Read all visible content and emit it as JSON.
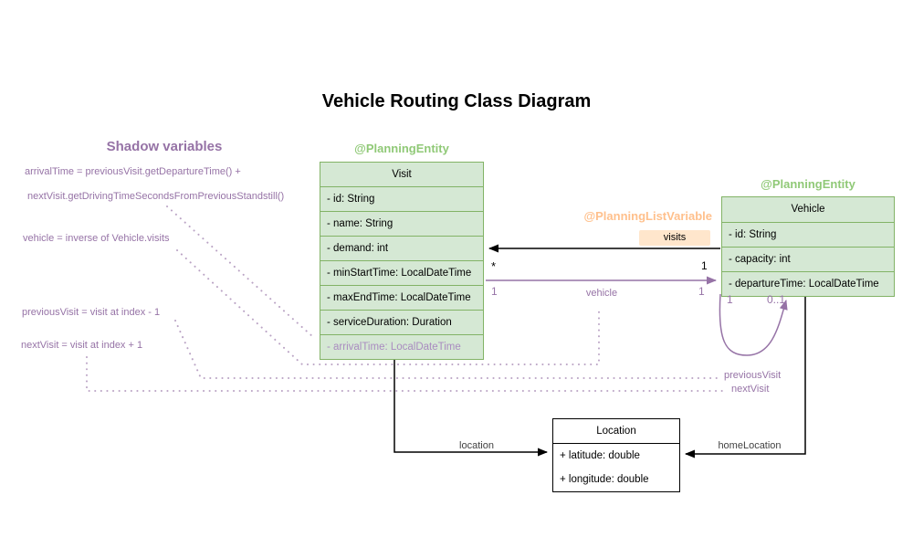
{
  "title": "Vehicle Routing Class Diagram",
  "shadow_notes": {
    "heading": "Shadow variables",
    "arrival_formula_line1": "arrivalTime = previousVisit.getDepartureTime() +",
    "arrival_formula_line2": "nextVisit.getDrivingTimeSecondsFromPreviousStandstill()",
    "vehicle_formula": "vehicle = inverse of Vehicle.visits",
    "previous_visit_formula": "previousVisit = visit at index - 1",
    "next_visit_formula": "nextVisit = visit at index + 1"
  },
  "classes": {
    "visit": {
      "stereotype": "@PlanningEntity",
      "name": "Visit",
      "fields": [
        "- id: String",
        "- name: String",
        "- demand: int",
        "- minStartTime: LocalDateTime",
        "- maxEndTime: LocalDateTime",
        "- serviceDuration: Duration"
      ],
      "shadow_field": "- arrivalTime: LocalDateTime"
    },
    "vehicle": {
      "stereotype": "@PlanningEntity",
      "name": "Vehicle",
      "fields": [
        "- id: String",
        "- capacity: int",
        "- departureTime: LocalDateTime"
      ]
    },
    "location": {
      "name": "Location",
      "fields": [
        "+ latitude: double",
        "+ longitude: double"
      ]
    }
  },
  "relations": {
    "visits": {
      "stereotype": "@PlanningListVariable",
      "label": "visits",
      "target_multiplicity": "*",
      "source_multiplicity": "1"
    },
    "vehicle": {
      "label": "vehicle",
      "source_multiplicity": "1",
      "target_multiplicity": "1"
    },
    "self_loop": {
      "source_multiplicity": "1",
      "target_multiplicity": "0..1",
      "previous_label": "previousVisit",
      "next_label": "nextVisit"
    },
    "location": {
      "label": "location"
    },
    "home_location": {
      "label": "homeLocation"
    }
  },
  "colors": {
    "entity_fill": "#d5e8d4",
    "entity_stroke": "#82b366",
    "stereotype_green": "#90c977",
    "stereotype_orange": "#ffc08c",
    "visits_label_fill": "#ffe6cc",
    "purple": "#9673a6",
    "plain_fill": "#ffffff",
    "plain_stroke": "#000000",
    "edge_black": "#000000"
  }
}
